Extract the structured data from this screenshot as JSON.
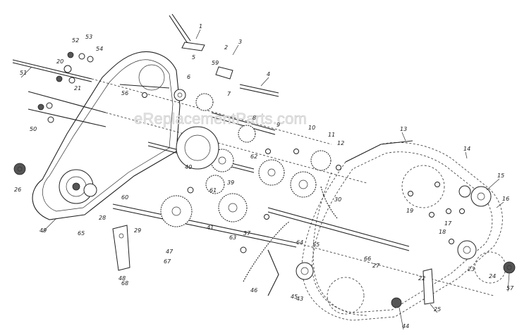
{
  "watermark": "eReplacementParts.com",
  "callouts": [
    "1",
    "2",
    "3",
    "4",
    "5",
    "6",
    "7",
    "8",
    "9",
    "10",
    "11",
    "12",
    "13",
    "14",
    "15",
    "16",
    "17",
    "18",
    "19",
    "20",
    "21",
    "22",
    "23",
    "24",
    "25",
    "26",
    "27",
    "28",
    "29",
    "30",
    "37",
    "39",
    "40",
    "41",
    "43",
    "44",
    "45",
    "46",
    "47",
    "48",
    "49",
    "50",
    "51",
    "52",
    "53",
    "54",
    "55",
    "56",
    "57",
    "59",
    "60",
    "61",
    "62",
    "63",
    "64",
    "65",
    "66",
    "67",
    "68"
  ]
}
